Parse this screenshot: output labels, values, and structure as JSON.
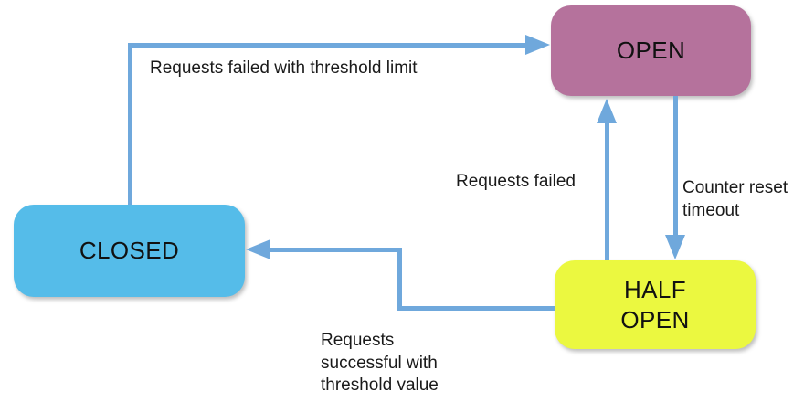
{
  "diagram": {
    "type": "state-diagram",
    "states": [
      {
        "id": "closed",
        "label": "CLOSED",
        "fill": "#55bce9"
      },
      {
        "id": "open",
        "label": "OPEN",
        "fill": "#b5729c"
      },
      {
        "id": "half-open",
        "label": "HALF\nOPEN",
        "fill": "#ebf840"
      }
    ],
    "transitions": [
      {
        "from": "CLOSED",
        "to": "OPEN",
        "label": "Requests failed with threshold limit"
      },
      {
        "from": "HALF OPEN",
        "to": "OPEN",
        "label": "Requests failed"
      },
      {
        "from": "OPEN",
        "to": "HALF OPEN",
        "label": "Counter reset\ntimeout"
      },
      {
        "from": "HALF OPEN",
        "to": "CLOSED",
        "label": "Requests\nsuccessful with\nthreshold value"
      }
    ],
    "colors": {
      "arrow": "#6fa8dc",
      "state_text": "#111111",
      "label_text": "#1a1a1a",
      "background": "#ffffff"
    }
  }
}
